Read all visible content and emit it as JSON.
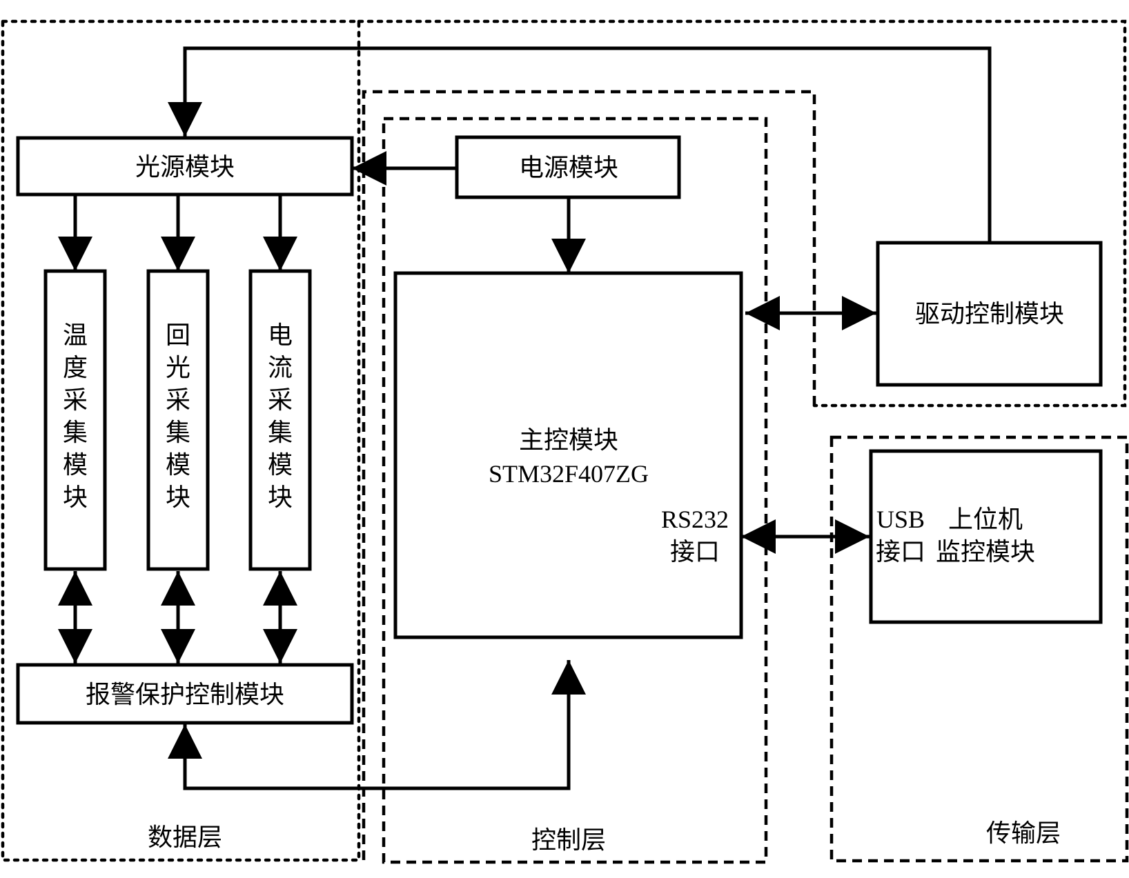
{
  "regions": {
    "data_layer": "数据层",
    "control_layer": "控制层",
    "transport_layer": "传输层"
  },
  "blocks": {
    "light_source": "光源模块",
    "power": "电源模块",
    "temp_collect": "温度采集模块",
    "backlight_collect": "回光采集模块",
    "current_collect": "电流采集模块",
    "alarm_protect": "报警保护控制模块",
    "main_control_line1": "主控模块",
    "main_control_line2": "STM32F407ZG",
    "rs232_line1": "RS232",
    "rs232_line2": "接口",
    "drive_control": "驱动控制模块",
    "usb_line1": "USB",
    "usb_line2": "接口",
    "host_line1": "上位机",
    "host_line2": "监控模块"
  }
}
